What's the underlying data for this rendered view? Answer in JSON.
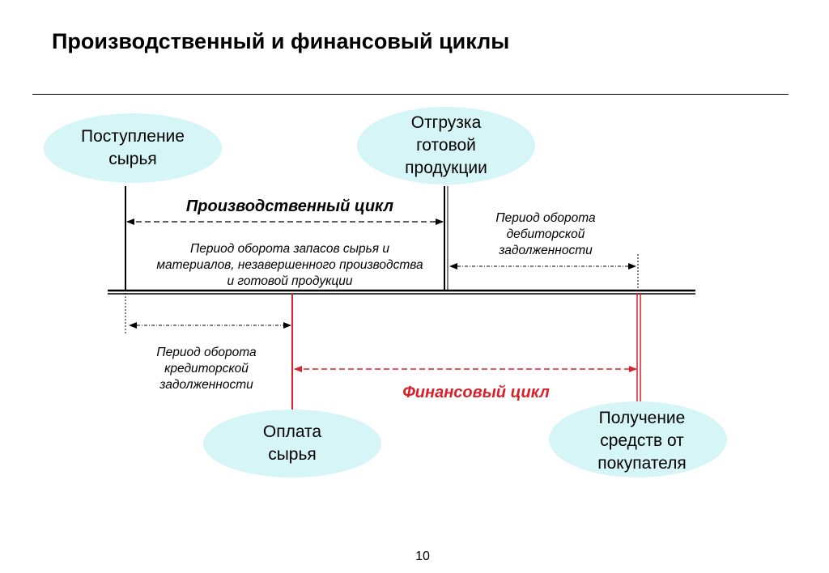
{
  "title": "Производственный и финансовый циклы",
  "events": {
    "raw_receipt": "Поступление сырья",
    "shipment": "Отгрузка готовой продукции",
    "raw_payment": "Оплата сырья",
    "customer_payment": "Получение средств от покупателя"
  },
  "periods": {
    "inventory_turnover": "Период оборота запасов сырья и материалов, незавершенного производства и готовой продукции",
    "receivables_turnover": "Период оборота дебиторской задолженности",
    "payables_turnover": "Период оборота кредиторской задолженности"
  },
  "cycles": {
    "production": "Производственный цикл",
    "financial": "Финансовый цикл"
  },
  "colors": {
    "ellipse_fill": "#d6f5f7",
    "financial_accent": "#d9202b",
    "line": "#000000"
  },
  "page_number": "10"
}
